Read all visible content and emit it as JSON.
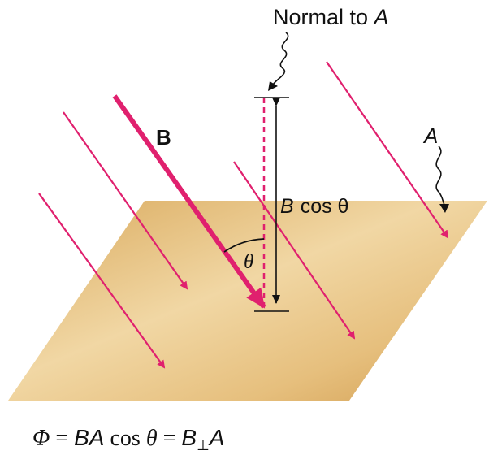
{
  "labels": {
    "normal_prefix": "Normal to ",
    "normal_var": "A",
    "b_vector": "B",
    "area_var": "A",
    "b_cos_var": "B",
    "b_cos_rest": "cos θ",
    "theta": "θ"
  },
  "formula": {
    "phi": "Φ",
    "eq1": " = ",
    "ba": "BA",
    "cos": " cos ",
    "theta": "θ",
    "eq2": " = ",
    "b": "B",
    "perp": "⊥",
    "a": "A"
  },
  "colors": {
    "field_line": "#e0206e",
    "plane_light": "#f2d9a8",
    "plane_dark": "#cf9a4c",
    "outline": "#111111"
  }
}
